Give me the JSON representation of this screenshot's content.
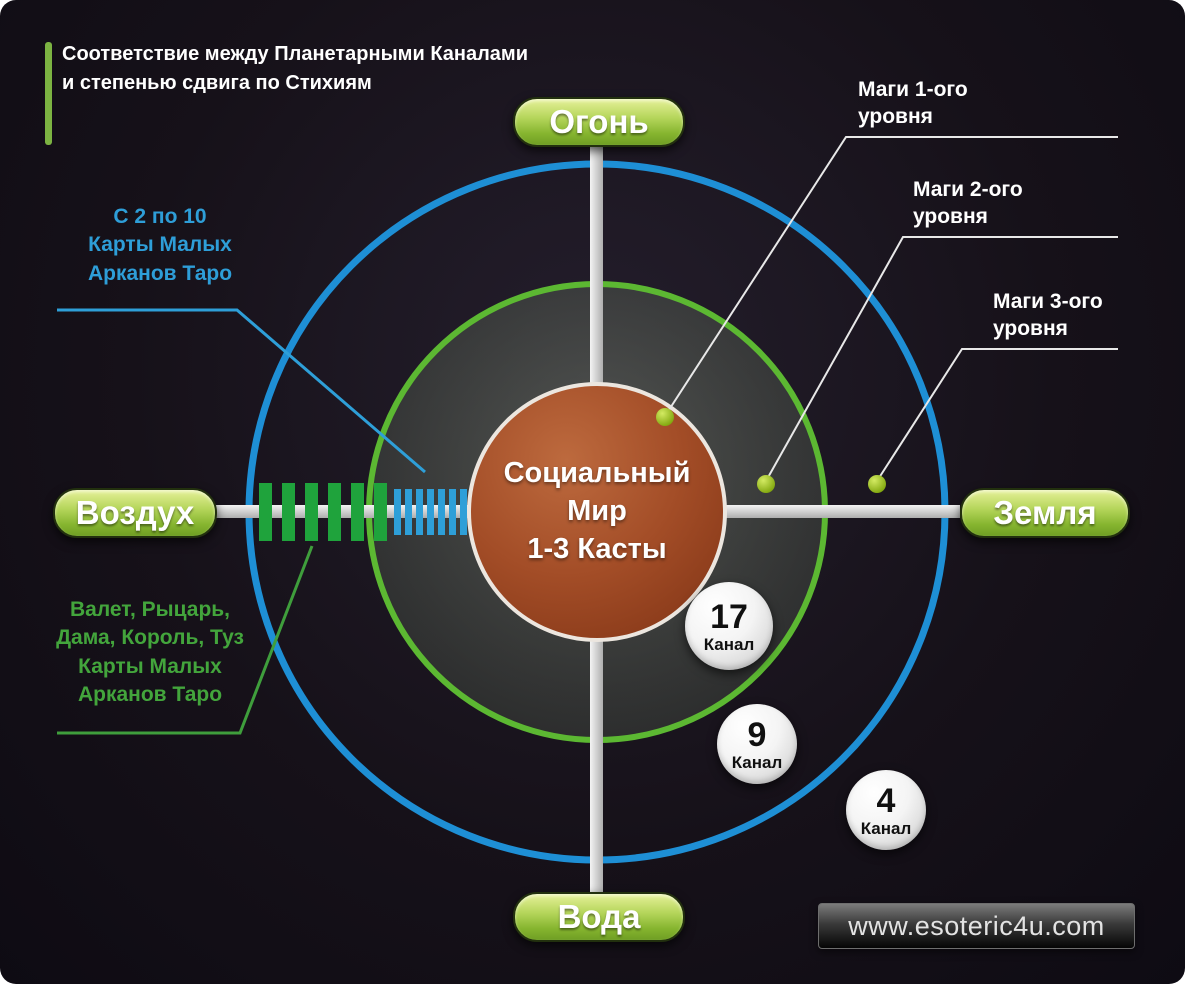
{
  "header": {
    "title": "Соответствие между Планетарными Каналами\nи степенью сдвига по Стихиям"
  },
  "elements": {
    "fire": "Огонь",
    "air": "Воздух",
    "earth": "Земля",
    "water": "Вода"
  },
  "center_circle": {
    "text": "Социальный\nМир\n1-3 Касты"
  },
  "annotations": {
    "numbered_cards": {
      "text": "С 2 по 10\nКарты Малых\nАрканов Таро",
      "color": "#2e9ed8"
    },
    "court_cards": {
      "text": "Валет, Рыцарь,\nДама, Король, Туз\nКарты Малых\nАрканов Таро",
      "color": "#43a53c"
    },
    "magi_level_1": "Маги 1-ого\nуровня",
    "magi_level_2": "Маги 2-ого\nуровня",
    "magi_level_3": "Маги 3-ого\nуровня"
  },
  "channels": [
    {
      "number": "17",
      "label": "Канал"
    },
    {
      "number": "9",
      "label": "Канал"
    },
    {
      "number": "4",
      "label": "Канал"
    }
  ],
  "footer": {
    "website": "www.esoteric4u.com"
  },
  "colors": {
    "background": "#151019",
    "outer_ring": "#1e8fd5",
    "inner_ring": "#5cb832",
    "inner_fill": "rgba(130,145,118,0.32)",
    "center_fill": "#a34d27",
    "element_pill_green": "#86b52f",
    "green_hatch": "#1fa33c",
    "blue_hatch": "#2e9fd8",
    "marker_dot": "#9ac411",
    "axis": "#d9d9d9"
  }
}
